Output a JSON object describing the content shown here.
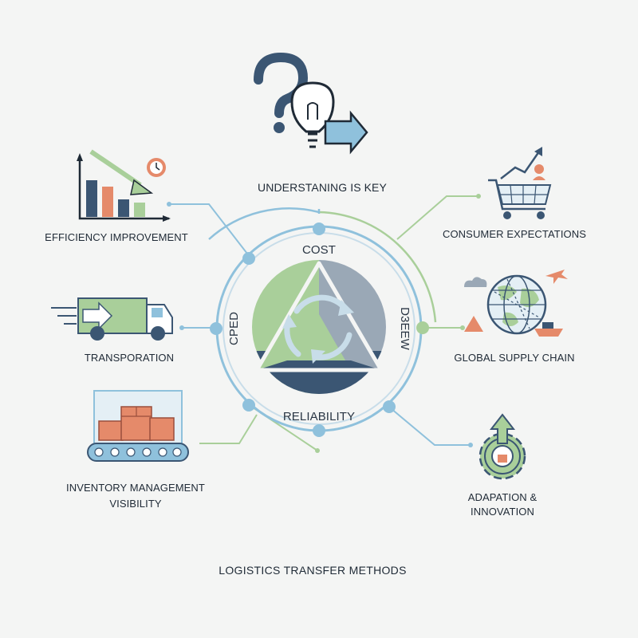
{
  "top_label": "UNDERSTANING IS KEY",
  "bottom_title": "LOGISTICS TRANSFER METHODS",
  "center": {
    "top": "COST",
    "left": "CPED",
    "right": "D3EEW",
    "bottom": "RELIABILITY"
  },
  "items": {
    "efficiency": "EFFICIENCY IMPROVEMENT",
    "transport": "TRANSPORATION",
    "inventory_line1": "INVENTORY MANAGEMENT",
    "inventory_line2": "VISIBILITY",
    "consumer": "CONSUMER EXPECTATIONS",
    "global": "GLOBAL SUPPLY CHAIN",
    "adaptation_line1": "ADAPATION &",
    "adaptation_line2": "INNOVATION"
  },
  "icons": [
    "question-mark-icon",
    "lightbulb-icon",
    "bar-chart-icon",
    "clock-icon",
    "delivery-truck-icon",
    "conveyor-boxes-icon",
    "shopping-cart-icon",
    "globe-icon",
    "airplane-icon",
    "ship-icon",
    "warning-icon",
    "cloud-icon",
    "gear-icon",
    "cycle-arrows-icon"
  ],
  "colors": {
    "navy": "#3b5673",
    "light_blue": "#8fc1dc",
    "green": "#a9cf9a",
    "grey": "#9aa8b6",
    "orange": "#e58a6a"
  }
}
